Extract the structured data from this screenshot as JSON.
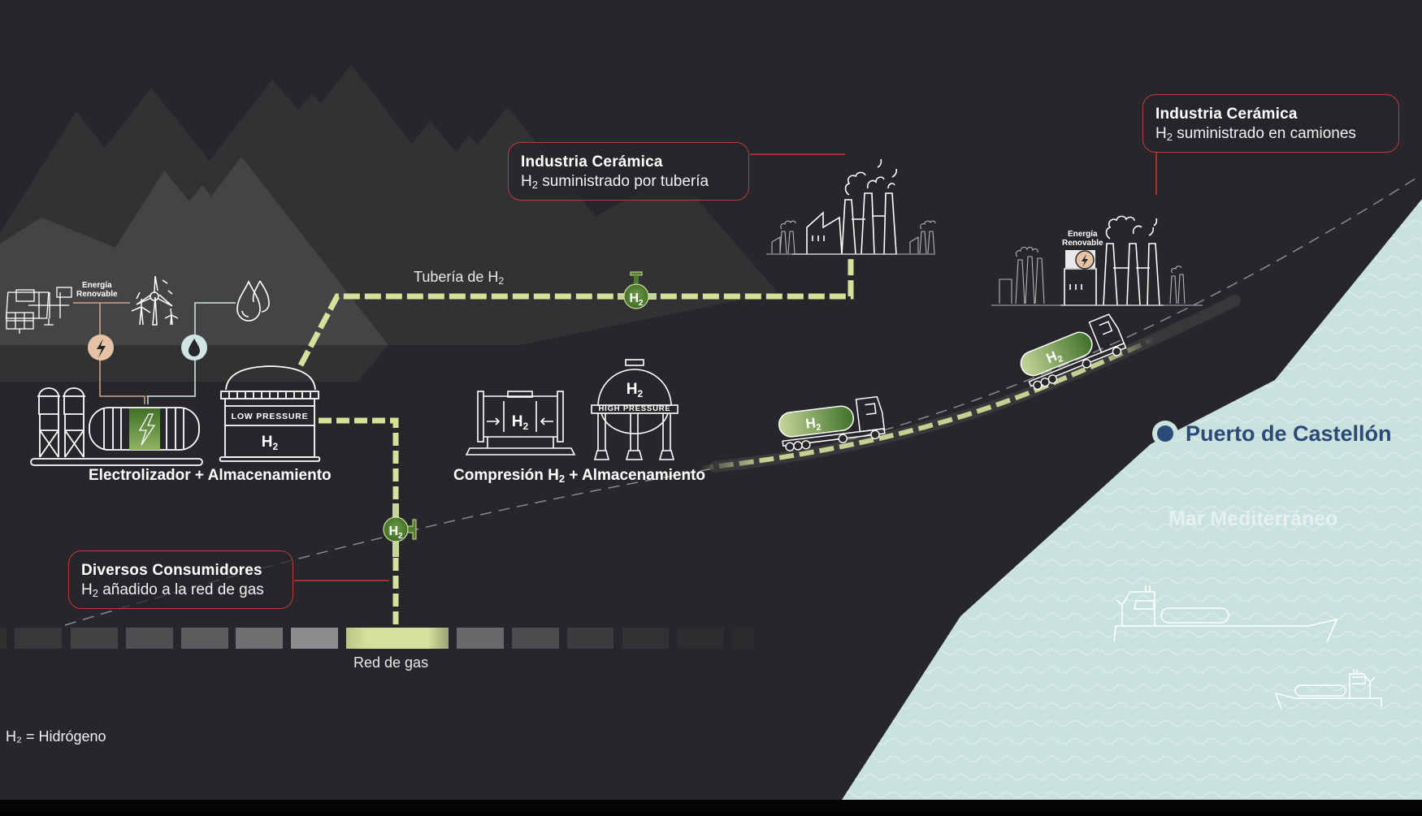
{
  "colors": {
    "background": "#27272b",
    "bottom_band": "#050505",
    "mountain_back": "#333336",
    "mountain_front": "#47474a",
    "pipe": "#d6e09a",
    "valve_green": "#4c7d30",
    "callout_border": "#c0393b",
    "energy_orange": "#e6c3a5",
    "water_teal": "#cfe6e2",
    "sea": "#c9e2de",
    "port_blue": "#2b4a77"
  },
  "icons": {
    "solar": "solar-panel-icon",
    "wind": "wind-turbine-icon",
    "water": "water-drops-icon",
    "lightning": "lightning-icon",
    "drop": "water-drop-icon",
    "electrolyzer": "electrolyzer-icon",
    "tank_low": "low-pressure-tank-icon",
    "compressor": "compressor-icon",
    "tank_high": "high-pressure-tank-icon",
    "factory": "factory-icon",
    "truck": "tanker-truck-icon",
    "valve": "valve-icon",
    "ship": "ship-icon",
    "port": "location-dot-icon"
  },
  "sources": {
    "energy_label_line1": "Energía",
    "energy_label_line2": "Renovable"
  },
  "electrolyzer": {
    "label": "Electrolizador + Almacenamiento",
    "tank_label": "LOW PRESSURE",
    "tank_gas": "H",
    "tank_gas_sub": "2"
  },
  "compression": {
    "label_pre": "Compresión H",
    "label_sub": "2",
    "label_post": " + Almacenamiento",
    "compressor_gas": "H",
    "compressor_gas_sub": "2",
    "tank_label": "HIGH PRESSURE",
    "tank_gas": "H",
    "tank_gas_sub": "2"
  },
  "pipeline": {
    "label_pre": "Tubería de H",
    "label_sub": "2",
    "valve_text": "H",
    "valve_sub": "2"
  },
  "callouts": [
    {
      "title": "Industria Cerámica",
      "desc_pre": "H",
      "desc_sub": "2",
      "desc_post": " suministrado por tubería"
    },
    {
      "title": "Industria Cerámica",
      "desc_pre": "H",
      "desc_sub": "2",
      "desc_post": " suministrado en camiones"
    },
    {
      "title": "Diversos Consumidores",
      "desc_pre": "H",
      "desc_sub": "2",
      "desc_post": " añadido a la red de gas"
    }
  ],
  "factory_right": {
    "energy_label_line1": "Energía",
    "energy_label_line2": "Renovable"
  },
  "trucks": [
    {
      "text": "H",
      "sub": "2"
    },
    {
      "text": "H",
      "sub": "2"
    }
  ],
  "gas_network": {
    "label": "Red de gas",
    "valve_text": "H",
    "valve_sub": "2"
  },
  "map": {
    "port_label": "Puerto de Castellón",
    "sea_label": "Mar Mediterráneo"
  },
  "legend": {
    "text": "H₂ = Hidrógeno"
  }
}
